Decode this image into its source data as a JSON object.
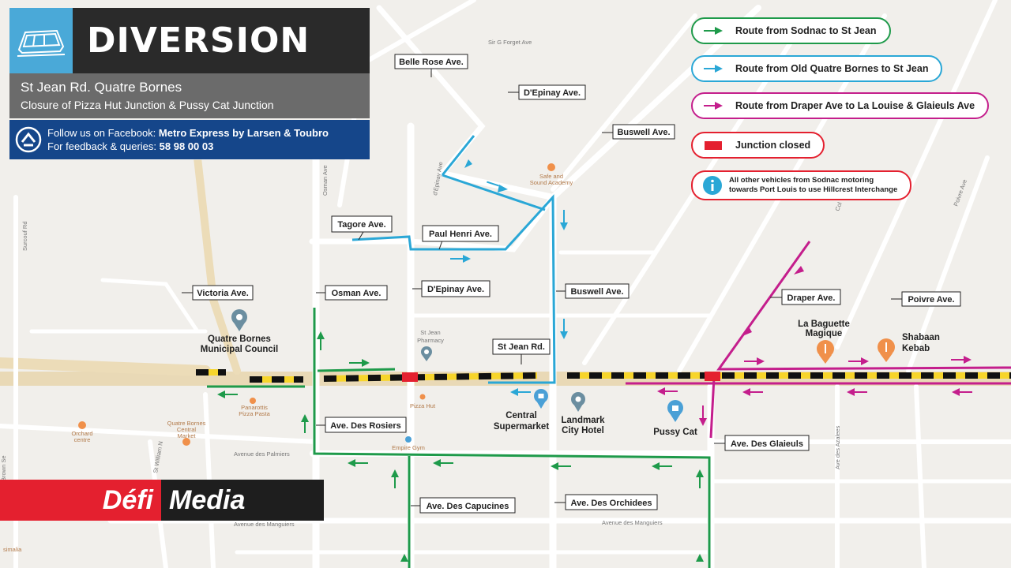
{
  "header": {
    "title": "DIVERSION",
    "subtitle": "St Jean Rd. Quatre Bornes",
    "description": "Closure of Pizza Hut Junction & Pussy Cat Junction",
    "facebook_prefix": "Follow us on Facebook:",
    "facebook_name": "Metro Express by Larsen & Toubro",
    "feedback_prefix": "For feedback & queries:",
    "feedback_number": "58 98 00 03"
  },
  "legend": {
    "items": [
      {
        "label": "Route from Sodnac to St Jean",
        "color": "#1e9a4a"
      },
      {
        "label": "Route from Old Quatre Bornes to St Jean",
        "color": "#2aa7d6"
      },
      {
        "label": "Route from Draper Ave to La Louise & Glaieuls Ave",
        "color": "#c41e8c"
      },
      {
        "label": "Junction closed",
        "color": "#e4202f"
      }
    ],
    "note_line1": "All other vehicles from Sodnac motoring",
    "note_line2": "towards Port Louis to use Hillcrest Interchange",
    "info_icon": "info-icon"
  },
  "streets": {
    "belle_rose": "Belle Rose Ave.",
    "depinay_top": "D'Epinay Ave.",
    "buswell_top": "Buswell Ave.",
    "tagore": "Tagore Ave.",
    "paul_henri": "Paul Henri Ave.",
    "victoria": "Victoria Ave.",
    "osman": "Osman Ave.",
    "depinay_mid": "D'Epinay Ave.",
    "buswell_mid": "Buswell Ave.",
    "st_jean": "St Jean Rd.",
    "draper": "Draper Ave.",
    "poivre": "Poivre Ave.",
    "rosiers": "Ave. Des Rosiers",
    "glaieuls": "Ave. Des Glaieuls",
    "capucines": "Ave. Des Capucines",
    "orchidees": "Ave. Des Orchidees"
  },
  "places": {
    "council_line1": "Quatre Bornes",
    "council_line2": "Municipal Council",
    "baguette_line1": "La Baguette",
    "baguette_line2": "Magique",
    "shabaan_line1": "Shabaan",
    "shabaan_line2": "Kebab",
    "central_line1": "Central",
    "central_line2": "Supermarket",
    "landmark_line1": "Landmark",
    "landmark_line2": "City Hotel",
    "pussy_cat": "Pussy Cat",
    "pharmacy_line1": "St Jean",
    "pharmacy_line2": "Pharmacy",
    "pizza_hut": "Pizza Hut",
    "empire_gym": "Empire Gym",
    "safe_line1": "Safe and",
    "safe_line2": "Sound Academy",
    "panorottis_line1": "Panarottis",
    "panorottis_line2": "Pizza Pasta",
    "qb_market_line1": "Quatre Bornes",
    "qb_market_line2": "Central",
    "qb_market_line3": "Market",
    "orchard_line1": "Orchard",
    "orchard_line2": "centre"
  },
  "map_text": {
    "sir_forget": "Sir G Forget Ave",
    "osman_small": "Osman Ave",
    "depinay_small": "d'Epinay Ave",
    "surcouf": "Surcouf Rd",
    "avenue_palmiers": "Avenue des Palmiers",
    "avenue_manguiers": "Avenue des Manguiers",
    "avenue_manguiers_2": "Avenue des Manguiers",
    "ave_azalees": "Ave des Azalees",
    "poivre_small": "Poivre Ave",
    "brown": "Brown Se",
    "st_william": "St William N",
    "col": "Col",
    "simalia": "simalia"
  },
  "brand": {
    "part1": "Défi",
    "part2": "Media"
  }
}
